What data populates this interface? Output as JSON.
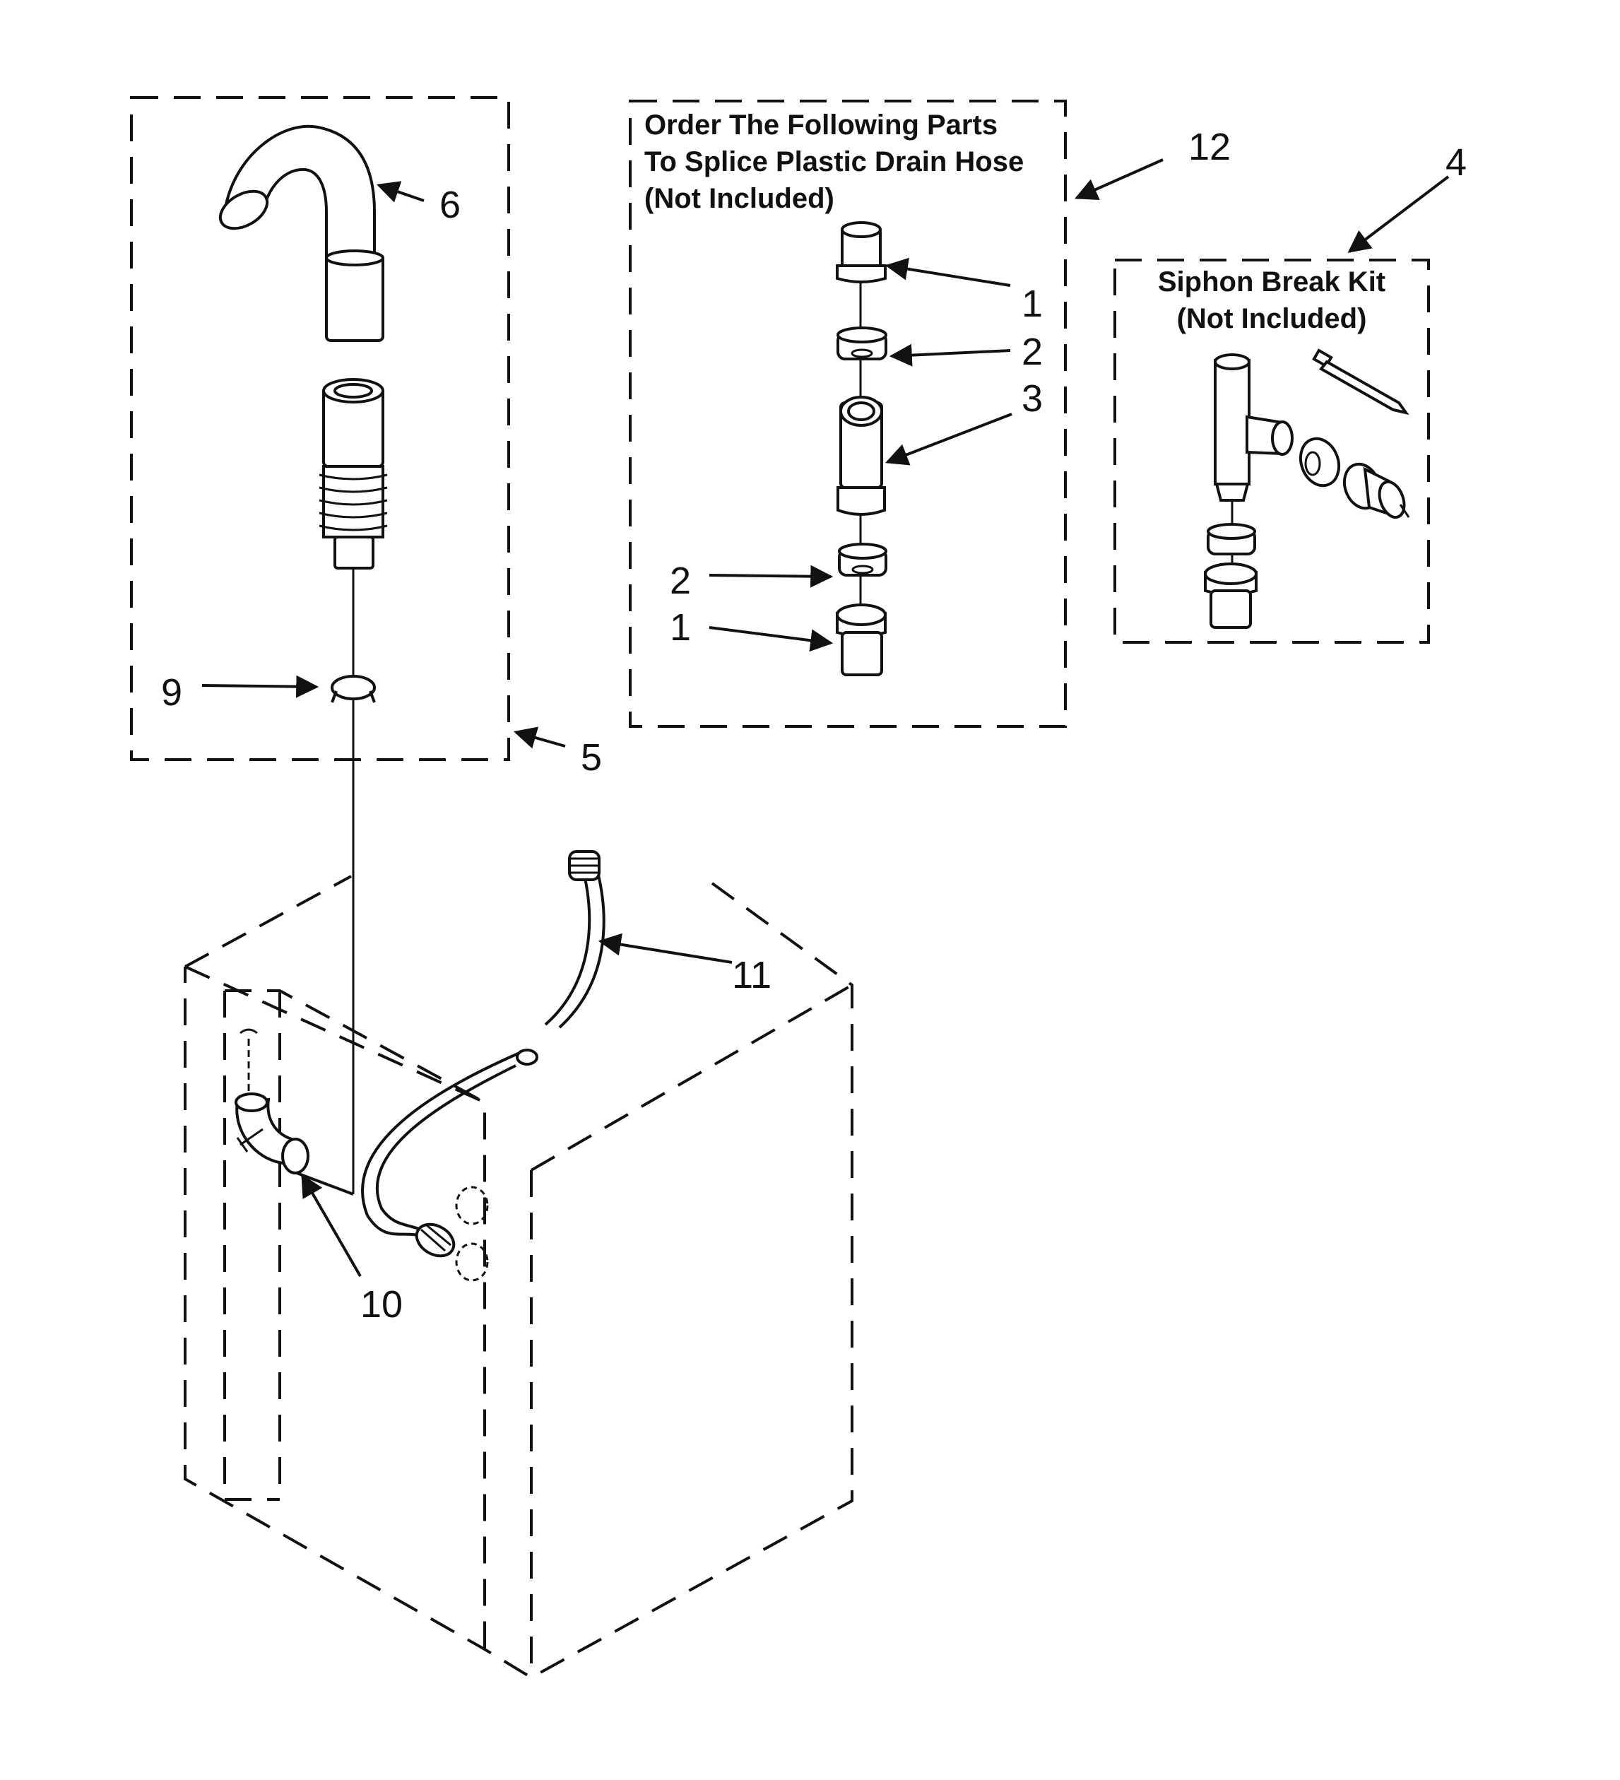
{
  "callouts": {
    "c6": "6",
    "c5": "5",
    "c9": "9",
    "c12": "12",
    "c4": "4",
    "c1a": "1",
    "c2a": "2",
    "c3": "3",
    "c2b": "2",
    "c1b": "1",
    "c11": "11",
    "c10": "10"
  },
  "splice_box": {
    "line1": "Order The Following Parts",
    "line2": "To Splice Plastic Drain Hose",
    "line3": "(Not Included)"
  },
  "siphon_box": {
    "line1": "Siphon Break Kit",
    "line2": "(Not Included)"
  }
}
